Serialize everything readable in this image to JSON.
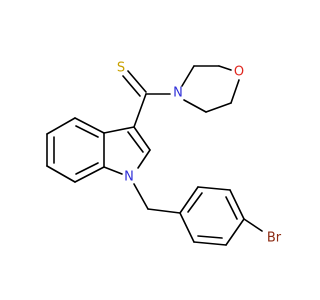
{
  "atoms": {
    "S": {
      "text": "S",
      "color": "#c9a100"
    },
    "N_morph": {
      "text": "N",
      "color": "#2f2fd8"
    },
    "O": {
      "text": "O",
      "color": "#e0261e"
    },
    "N_indole": {
      "text": "N",
      "color": "#2f2fd8"
    },
    "Br": {
      "text": "Br",
      "color": "#8b2a12"
    }
  },
  "colors": {
    "bond": "#000000",
    "background": "#ffffff"
  }
}
